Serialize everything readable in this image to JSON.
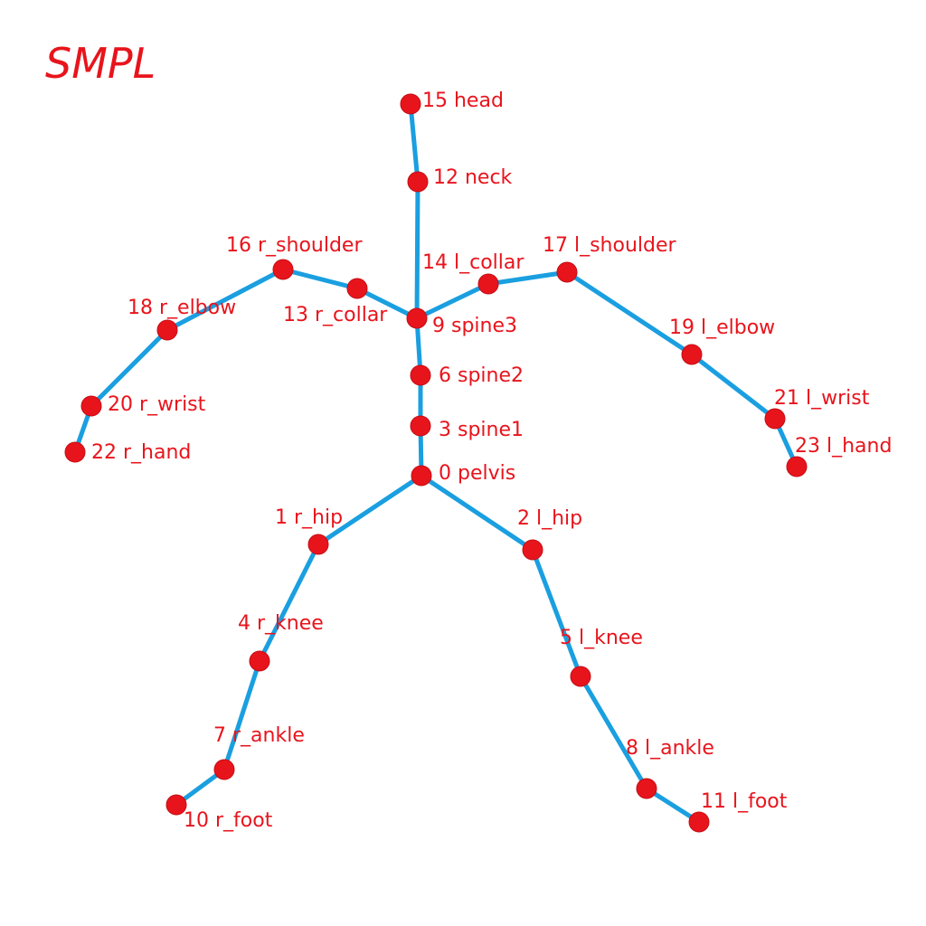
{
  "title": "SMPL",
  "colors": {
    "bone": "#1a9fe0",
    "joint": "#e8141c",
    "text": "#e8141c",
    "background": "#ffffff"
  },
  "joints": [
    {
      "id": 0,
      "name": "pelvis",
      "label": "0 pelvis"
    },
    {
      "id": 1,
      "name": "r_hip",
      "label": "1 r_hip"
    },
    {
      "id": 2,
      "name": "l_hip",
      "label": "2 l_hip"
    },
    {
      "id": 3,
      "name": "spine1",
      "label": "3 spine1"
    },
    {
      "id": 4,
      "name": "r_knee",
      "label": "4 r_knee"
    },
    {
      "id": 5,
      "name": "l_knee",
      "label": "5 l_knee"
    },
    {
      "id": 6,
      "name": "spine2",
      "label": "6 spine2"
    },
    {
      "id": 7,
      "name": "r_ankle",
      "label": "7 r_ankle"
    },
    {
      "id": 8,
      "name": "l_ankle",
      "label": "8 l_ankle"
    },
    {
      "id": 9,
      "name": "spine3",
      "label": "9 spine3"
    },
    {
      "id": 10,
      "name": "r_foot",
      "label": "10 r_foot"
    },
    {
      "id": 11,
      "name": "l_foot",
      "label": "11 l_foot"
    },
    {
      "id": 12,
      "name": "neck",
      "label": "12 neck"
    },
    {
      "id": 13,
      "name": "r_collar",
      "label": "13 r_collar"
    },
    {
      "id": 14,
      "name": "l_collar",
      "label": "14 l_collar"
    },
    {
      "id": 15,
      "name": "head",
      "label": "15 head"
    },
    {
      "id": 16,
      "name": "r_shoulder",
      "label": "16 r_shoulder"
    },
    {
      "id": 17,
      "name": "l_shoulder",
      "label": "17 l_shoulder"
    },
    {
      "id": 18,
      "name": "r_elbow",
      "label": "18 r_elbow"
    },
    {
      "id": 19,
      "name": "l_elbow",
      "label": "19 l_elbow"
    },
    {
      "id": 20,
      "name": "r_wrist",
      "label": "20 r_wrist"
    },
    {
      "id": 21,
      "name": "l_wrist",
      "label": "21 l_wrist"
    },
    {
      "id": 22,
      "name": "r_hand",
      "label": "22 r_hand"
    },
    {
      "id": 23,
      "name": "l_hand",
      "label": "23 l_hand"
    }
  ],
  "bones": [
    [
      15,
      12
    ],
    [
      12,
      9
    ],
    [
      9,
      6
    ],
    [
      6,
      3
    ],
    [
      3,
      0
    ],
    [
      9,
      13
    ],
    [
      13,
      16
    ],
    [
      16,
      18
    ],
    [
      18,
      20
    ],
    [
      20,
      22
    ],
    [
      9,
      14
    ],
    [
      14,
      17
    ],
    [
      17,
      19
    ],
    [
      19,
      21
    ],
    [
      21,
      23
    ],
    [
      0,
      1
    ],
    [
      1,
      4
    ],
    [
      4,
      7
    ],
    [
      7,
      10
    ],
    [
      0,
      2
    ],
    [
      2,
      5
    ],
    [
      5,
      8
    ],
    [
      8,
      11
    ]
  ]
}
